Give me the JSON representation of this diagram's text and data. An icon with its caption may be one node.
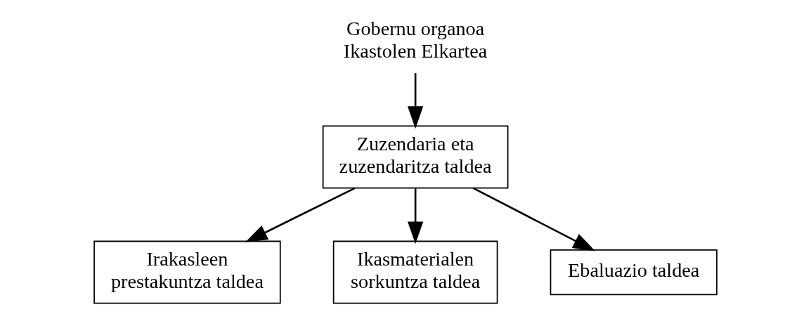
{
  "diagram": {
    "nodes": [
      {
        "text": [
          "Gobernu organoa Ikastolen Elkartea"
        ]
      },
      {
        "text": [
          "Zuzendaria eta zuzendaritza taldea"
        ]
      },
      {
        "text": [
          "Irakasleen prestakuntza taldea"
        ]
      },
      {
        "text": [
          "Ikasmaterialen sorkuntza taldea"
        ]
      },
      {
        "text": [
          "Ebaluazio taldea"
        ]
      }
    ],
    "edges": [
      {
        "from": 0,
        "to": 1,
        "arrow": "to"
      },
      {
        "from": 1,
        "to": 2,
        "arrow": "to"
      },
      {
        "from": 1,
        "to": 3,
        "arrow": "to"
      },
      {
        "from": 1,
        "to": 4,
        "arrow": "to"
      }
    ]
  }
}
